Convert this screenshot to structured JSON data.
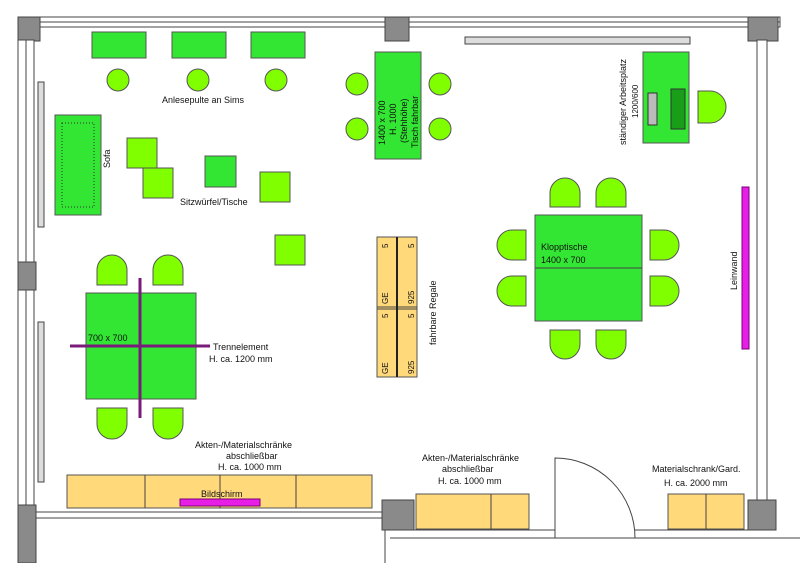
{
  "labels": {
    "lecterns": "Anlesepulte an Sims",
    "sofa": "Sofa",
    "cubes": "Sitzwürfel/Tische",
    "standing_table": [
      "1400 x 700",
      "H. 1000",
      "(Stehhöhe)",
      "Tisch fahrbar"
    ],
    "workstation": "ständiger Arbeitsplatz",
    "workstation_size": "1200/600",
    "folding_tables": "Klopptische",
    "folding_tables_size": "1400 x 700",
    "screen_wall": "Leinwand",
    "shelves": "fahrbare Regale",
    "shelf_marks": {
      "ge": "GE",
      "five": "5",
      "n925": "925"
    },
    "table_square": "700 x 700",
    "divider": "Trennelement",
    "divider_height": "H. ca. 1200 mm",
    "cabinets_left": [
      "Akten-/Materialschränke",
      "abschließbar",
      "H. ca. 1000 mm"
    ],
    "cabinets_mid": [
      "Akten-/Materialschränke",
      "abschließbar",
      "H. ca. 1000 mm"
    ],
    "cabinet_right": [
      "Materialschrank/Gard.",
      "H. ca. 2000 mm"
    ],
    "monitor": "Bildschirm"
  },
  "colors": {
    "furniture_green": "#33e633",
    "seat_green": "#80ff00",
    "cabinet": "#ffd97a",
    "accent_magenta": "#e61ee6"
  }
}
